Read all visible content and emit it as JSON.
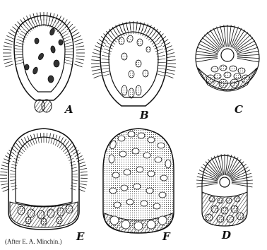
{
  "figure": {
    "panels": [
      {
        "id": "A",
        "label": "A"
      },
      {
        "id": "B",
        "label": "B"
      },
      {
        "id": "C",
        "label": "C"
      },
      {
        "id": "E",
        "label": "E"
      },
      {
        "id": "F",
        "label": "F"
      },
      {
        "id": "D",
        "label": "D"
      }
    ],
    "credit": "(After E. A. Minchin.)",
    "colors": {
      "ink": "#111111",
      "paper": "#ffffff",
      "shade": "#9a9a9a"
    }
  }
}
